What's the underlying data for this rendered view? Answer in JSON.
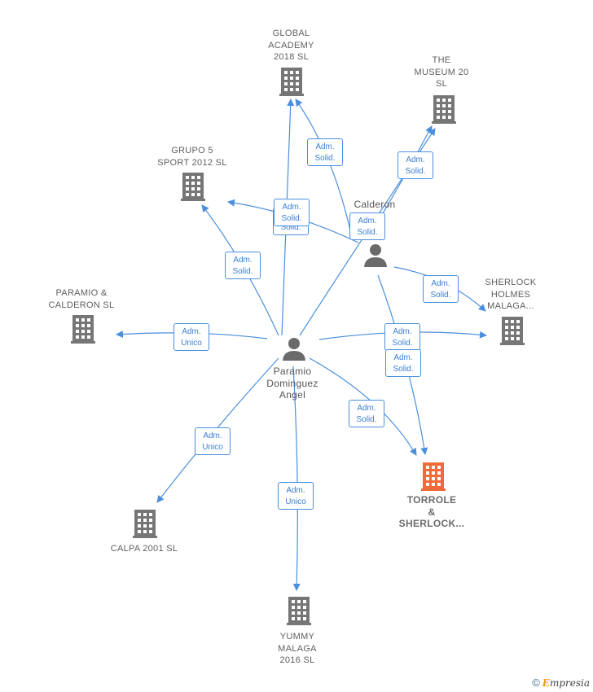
{
  "nodes": {
    "global_academy": "GLOBAL\nACADEMY\n2018  SL",
    "the_museum": "THE\nMUSEUM 20\nSL",
    "grupo5": "GRUPO 5\nSPORT 2012 SL",
    "calderon_person": "Calderon\nz\n...",
    "paramio_calderon": "PARAMIO &\nCALDERON  SL",
    "sherlock_holmes": "SHERLOCK\nHOLMES\nMALAGA...",
    "paramio_person": "Paramio\nDominguez\nAngel",
    "torrole": "TORROLE\n&\nSHERLOCK...",
    "calpa": "CALPA 2001 SL",
    "yummy": "YUMMY\nMALAGA\n2016  SL"
  },
  "edge_labels": {
    "adm_solid": "Adm.\nSolid.",
    "adm_unico": "Adm.\nUnico"
  },
  "colors": {
    "edge": "#4a8fdc",
    "building": "#767676",
    "target_building": "#f26a3a",
    "person": "#6a6a6a"
  },
  "footer": {
    "copyright": "©",
    "brand_initial": "E",
    "brand_rest": "mpresia"
  }
}
